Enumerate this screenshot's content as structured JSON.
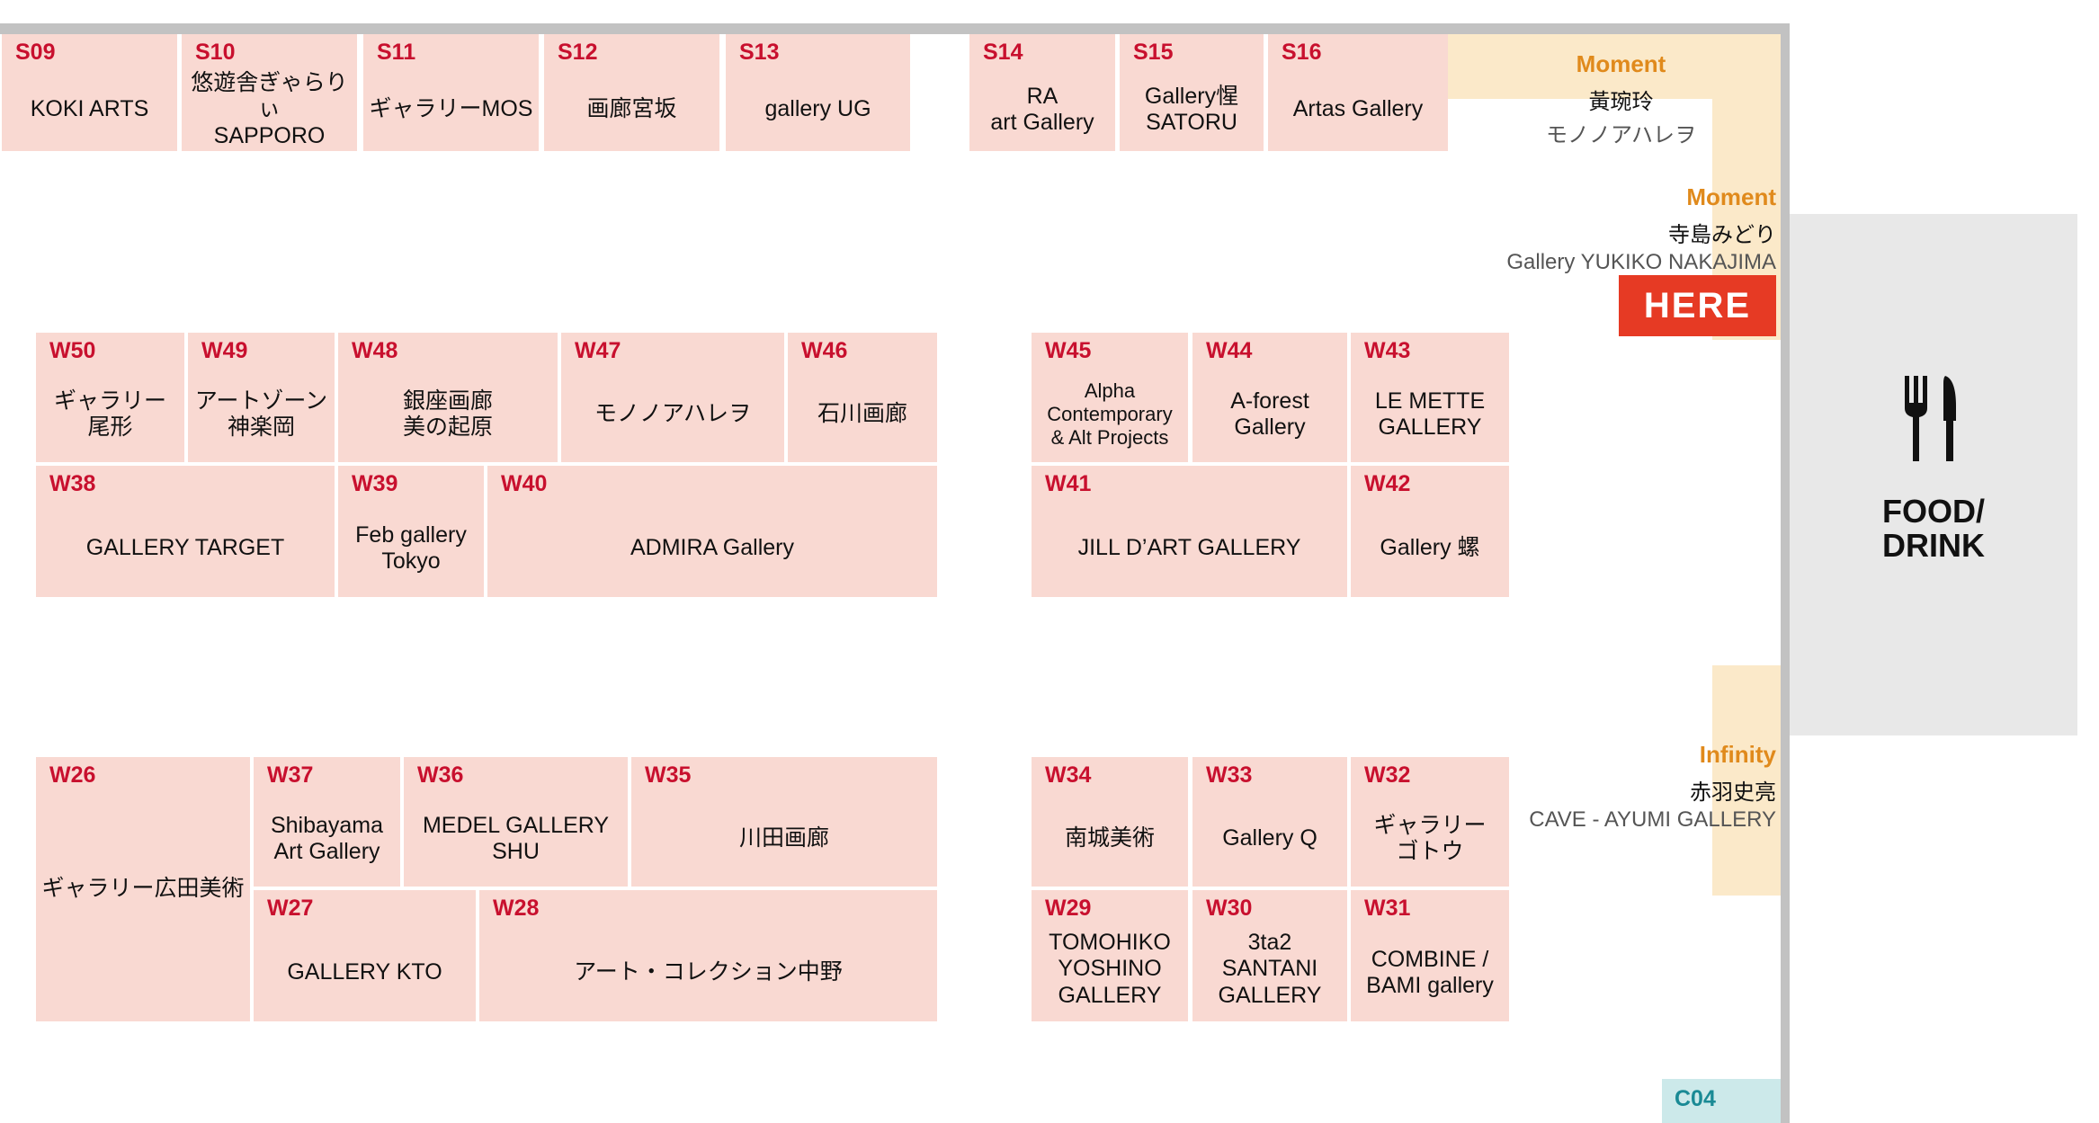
{
  "booths": {
    "S09": {
      "id": "S09",
      "name": "KOKI ARTS"
    },
    "S10": {
      "id": "S10",
      "name": "悠遊舎ぎゃらりぃ\nSAPPORO"
    },
    "S11": {
      "id": "S11",
      "name": "ギャラリーMOS"
    },
    "S12": {
      "id": "S12",
      "name": "画廊宮坂"
    },
    "S13": {
      "id": "S13",
      "name": "gallery UG"
    },
    "S14": {
      "id": "S14",
      "name": "RA\nart Gallery"
    },
    "S15": {
      "id": "S15",
      "name": "Gallery惺\nSATORU"
    },
    "S16": {
      "id": "S16",
      "name": "Artas Gallery"
    },
    "W50": {
      "id": "W50",
      "name": "ギャラリー\n尾形"
    },
    "W49": {
      "id": "W49",
      "name": "アートゾーン\n神楽岡"
    },
    "W48": {
      "id": "W48",
      "name": "銀座画廊\n美の起原"
    },
    "W47": {
      "id": "W47",
      "name": "モノノアハレヲ"
    },
    "W46": {
      "id": "W46",
      "name": "石川画廊"
    },
    "W45": {
      "id": "W45",
      "name": "Alpha\nContemporary\n& Alt Projects"
    },
    "W44": {
      "id": "W44",
      "name": "A-forest\nGallery"
    },
    "W43": {
      "id": "W43",
      "name": "LE METTE\nGALLERY"
    },
    "W38": {
      "id": "W38",
      "name": "GALLERY TARGET"
    },
    "W39": {
      "id": "W39",
      "name": "Feb gallery\nTokyo"
    },
    "W40": {
      "id": "W40",
      "name": "ADMIRA Gallery"
    },
    "W41": {
      "id": "W41",
      "name": "JILL D’ART GALLERY"
    },
    "W42": {
      "id": "W42",
      "name": "Gallery 螺"
    },
    "W26": {
      "id": "W26",
      "name": "ギャラリー広田美術"
    },
    "W37": {
      "id": "W37",
      "name": "Shibayama\nArt Gallery"
    },
    "W36": {
      "id": "W36",
      "name": "MEDEL GALLERY\nSHU"
    },
    "W35": {
      "id": "W35",
      "name": "川田画廊"
    },
    "W34": {
      "id": "W34",
      "name": "南城美術"
    },
    "W33": {
      "id": "W33",
      "name": "Gallery Q"
    },
    "W32": {
      "id": "W32",
      "name": "ギャラリー\nゴトウ"
    },
    "W27": {
      "id": "W27",
      "name": "GALLERY KTO"
    },
    "W28": {
      "id": "W28",
      "name": "アート・コレクション中野"
    },
    "W29": {
      "id": "W29",
      "name": "TOMOHIKO\nYOSHINO\nGALLERY"
    },
    "W30": {
      "id": "W30",
      "name": "3ta2\nSANTANI\nGALLERY"
    },
    "W31": {
      "id": "W31",
      "name": "COMBINE /\nBAMI gallery"
    },
    "C04": {
      "id": "C04",
      "name": ""
    }
  },
  "moment_1": {
    "label": "Moment",
    "artist": "黃琬玲",
    "gallery": "モノノアハレヲ"
  },
  "moment_2": {
    "label": "Moment",
    "artist": "寺島みどり",
    "gallery": "Gallery YUKIKO NAKAJIMA"
  },
  "infinity": {
    "label": "Infinity",
    "artist": "赤羽史亮",
    "gallery": "CAVE - AYUMI GALLERY"
  },
  "here": {
    "label": "HERE"
  },
  "food": {
    "label": "FOOD/\nDRINK",
    "icon": "fork-knife-icon"
  },
  "colors": {
    "booth": "#f9d9d2",
    "booth_id": "#c8102e",
    "here": "#e63a24",
    "moment_label": "#e08a1c",
    "zone_yellow": "#fbe9c9",
    "food_area": "#e8e8e8",
    "c04": "#cce9ea",
    "c04_id": "#1a8a95"
  }
}
